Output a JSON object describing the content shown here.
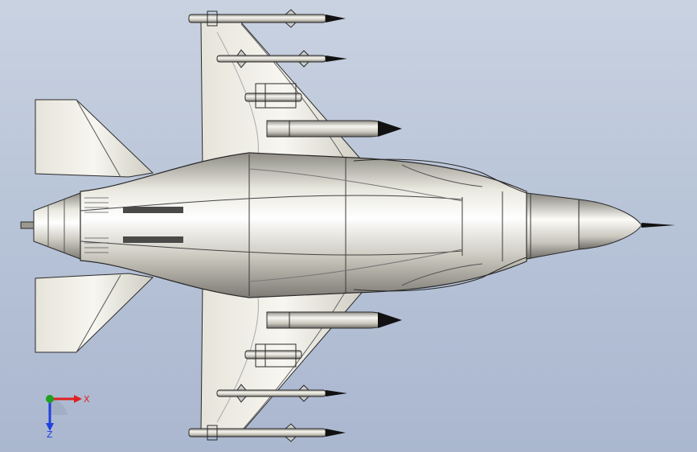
{
  "viewport": {
    "background_top": "#c9d2e1",
    "background_bottom": "#aab7cf",
    "model": "fighter-jet-top-view",
    "view": "top"
  },
  "colors": {
    "body_light": "#f2f1ea",
    "body_mid": "#d8d6cb",
    "body_dark": "#8e8c84",
    "edge": "#2a2a2a",
    "missile_tip": "#111111",
    "x_axis": "#e02020",
    "y_axis": "#20a020",
    "z_axis": "#2040e0"
  },
  "triad": {
    "x_label": "X",
    "z_label": "Z",
    "x_icon": "x-axis-arrow",
    "y_icon": "y-axis-dot",
    "z_icon": "z-axis-arrow"
  }
}
